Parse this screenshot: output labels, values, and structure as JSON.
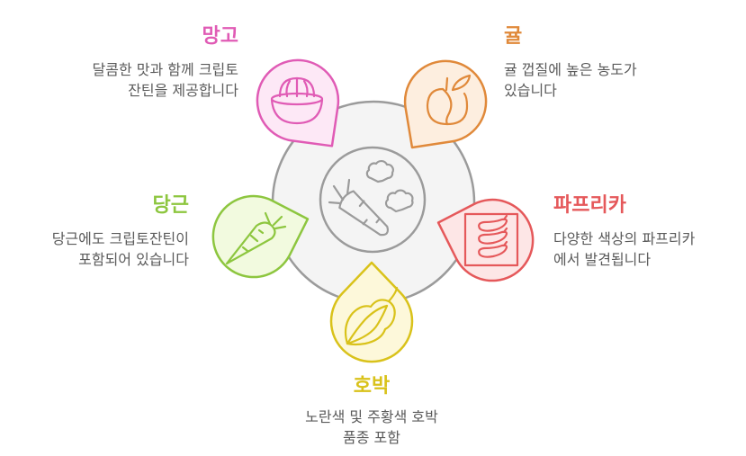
{
  "diagram": {
    "center": {
      "icon": "vegetables-icon",
      "fill": "#F4F4F4",
      "stroke": "#9B9B9B"
    },
    "items": [
      {
        "key": "mango",
        "title": "망고",
        "lines": [
          "달콤한 맛과 함께 크립토",
          "잔틴을 제공합니다"
        ],
        "color": "#E05BB5",
        "fill": "#FDE8F6",
        "icon": "juicer-bowl-icon"
      },
      {
        "key": "tangerine",
        "title": "귤",
        "lines": [
          "귤 껍질에 높은 농도가",
          "있습니다"
        ],
        "color": "#E0893A",
        "fill": "#FDEEDF",
        "icon": "peach-fruit-icon"
      },
      {
        "key": "carrot",
        "title": "당근",
        "lines": [
          "당근에도 크립토잔틴이",
          "포함되어 있습니다"
        ],
        "color": "#8DC63F",
        "fill": "#F2FADF",
        "icon": "carrot-icon"
      },
      {
        "key": "paprika",
        "title": "파프리카",
        "lines": [
          "다양한 색상의 파프리카",
          "에서 발견됩니다"
        ],
        "color": "#E5585A",
        "fill": "#FDE6E6",
        "icon": "chili-peppers-icon"
      },
      {
        "key": "pumpkin",
        "title": "호박",
        "lines": [
          "노란색 및 주황색 호박",
          "품종 포함"
        ],
        "color": "#D9C21A",
        "fill": "#FDF8DA",
        "icon": "squash-icon"
      }
    ]
  }
}
